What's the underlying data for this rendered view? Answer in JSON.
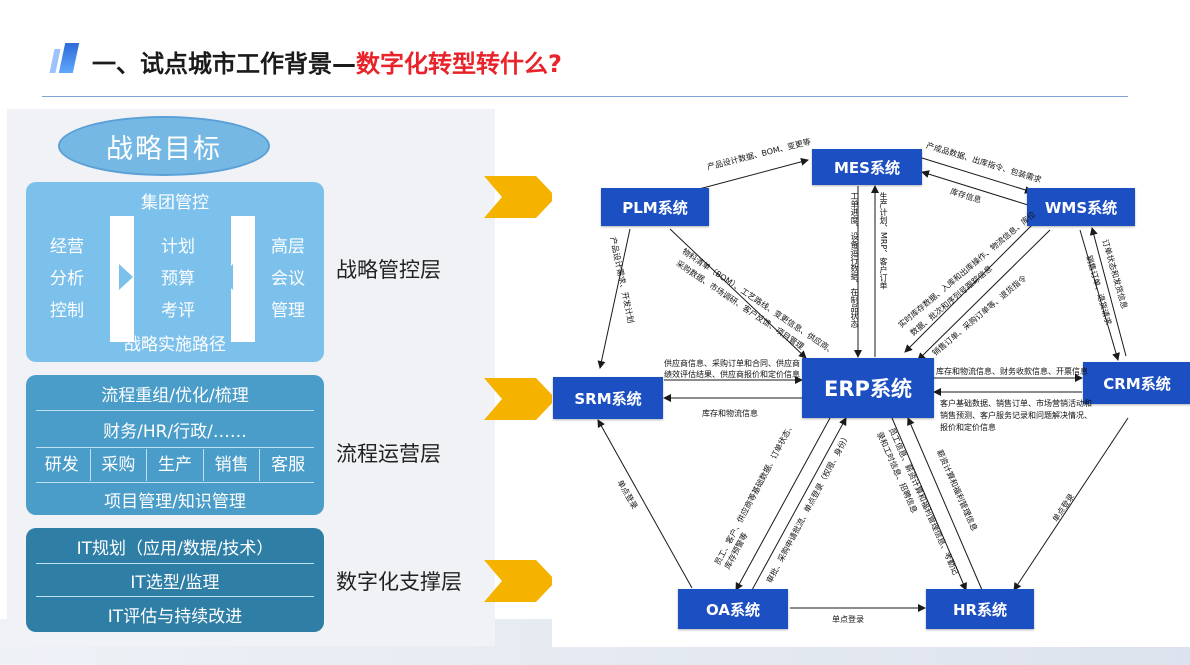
{
  "slide": {
    "title_prefix": "一、试点城市工作背景—",
    "title_highlight": "数字化转型转什么?"
  },
  "left": {
    "goal": "战略目标",
    "strategy_block": {
      "header": "集团管控",
      "col1": [
        "经营",
        "分析",
        "控制"
      ],
      "col2": [
        "计划",
        "预算",
        "考评"
      ],
      "col3": [
        "高层",
        "会议",
        "管理"
      ],
      "footer": "战略实施路径"
    },
    "process_block": {
      "row1": "流程重组/优化/梳理",
      "row2": "财务/HR/行政/……",
      "cells": [
        "研发",
        "采购",
        "生产",
        "销售",
        "客服"
      ],
      "row4": "项目管理/知识管理"
    },
    "it_block": {
      "row1": "IT规划（应用/数据/技术）",
      "row2": "IT选型/监理",
      "row3": "IT评估与持续改进"
    },
    "layers": [
      "战略管控层",
      "流程运营层",
      "数字化支撑层"
    ]
  },
  "diagram": {
    "nodes": {
      "mes": "MES系统",
      "plm": "PLM系统",
      "wms": "WMS系统",
      "srm": "SRM系统",
      "erp": "ERP系统",
      "crm": "CRM系统",
      "oa": "OA系统",
      "hr": "HR系统"
    },
    "labels": {
      "plm_mes": "产品设计数据、BOM、变更等",
      "mes_wms": "产成品数据、出库指令、包装需求",
      "wms_mes": "库存信息",
      "mes_erp": "工单进度、设备运行数据、在制品状态",
      "erp_mes": "生产计划、MRP、客户订单",
      "plm_srm": "产品设计需求、开发计划",
      "plm_erp_1": "物料清单（BOM）、工艺路线、变更信息、供应商、",
      "plm_erp_2": "采购数据、市场调研、客户反馈、项目管理",
      "wms_erp_1": "实时库存数据、入库和出库操作、物流信息、库位",
      "wms_erp_2": "数据、批次和序列号跟踪信息",
      "erp_wms": "销售订单、采购订单等、退货指令",
      "wms_crm_1": "订单状态和发货信息",
      "wms_crm_2": "销售订单、退货请求",
      "srm_erp_1": "供应商信息、采购订单和合同、供应商",
      "srm_erp_2": "绩效评估结果、供应商报价和定价信息",
      "erp_srm": "库存和物流信息",
      "erp_crm": "库存和物流信息、财务收款信息、开票信息",
      "crm_erp_1": "客户基础数据、销售订单、市场营销活动和",
      "crm_erp_2": "销售预测、客户服务记录和问题解决情况、",
      "crm_erp_3": "报价和定价信息",
      "srm_oa": "单点登录",
      "erp_oa_1": "员工、客户、供应商等基础数据、订单状态、",
      "erp_oa_2": "库存预警等",
      "oa_erp": "审批、采购申请批流、单点登录（权限、身份）",
      "erp_hr_1": "员工信息、薪资计算和福利管理信息、考勤记",
      "erp_hr_2": "录和工时信息、招聘信息",
      "hr_erp": "薪资计算和福利管理信息",
      "crm_hr": "单点登录",
      "oa_hr": "单点登录"
    }
  },
  "colors": {
    "title_red": "#e8232a",
    "node_blue": "#1c4fc2",
    "chevron_gold": "#f5b300",
    "light_blue": "#7cc0ec",
    "mid_blue": "#4a9dc9",
    "dark_blue": "#2f7ea6"
  },
  "icons": [
    "title-accent-bar",
    "chevron-right-icon"
  ]
}
